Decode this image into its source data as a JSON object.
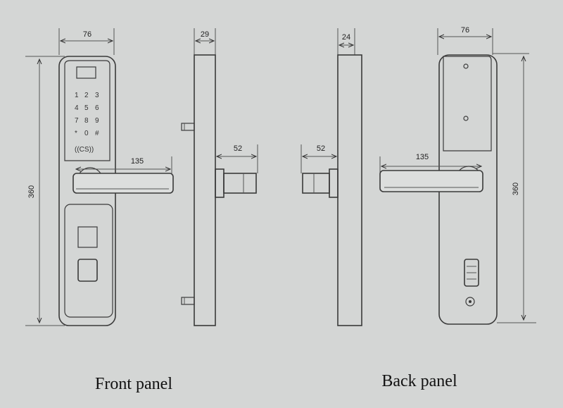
{
  "front": {
    "caption": "Front panel",
    "width": "76",
    "height": "360",
    "handle": "135",
    "keypad": [
      "1",
      "2",
      "3",
      "4",
      "5",
      "6",
      "7",
      "8",
      "9",
      "*",
      "0",
      "#"
    ],
    "card_mark": "((CS))"
  },
  "side_front": {
    "thickness": "29",
    "spindle": "52"
  },
  "side_back": {
    "thickness": "24",
    "spindle": "52"
  },
  "back": {
    "caption": "Back panel",
    "width": "76",
    "height": "360",
    "handle": "135"
  }
}
